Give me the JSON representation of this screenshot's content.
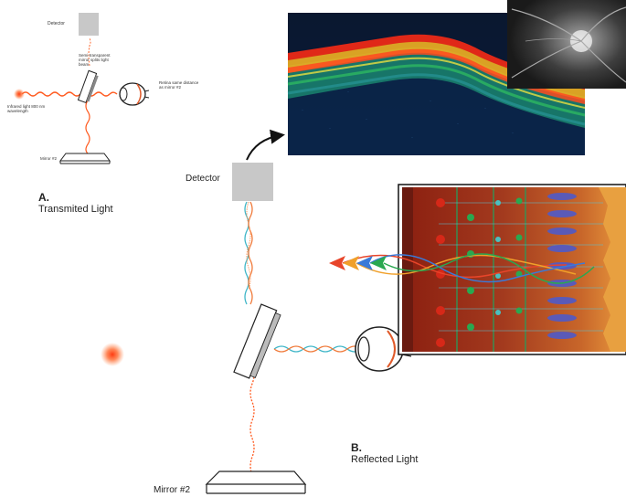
{
  "panel_a": {
    "detector_label": "Detector",
    "mirror_label": "Semi-transparent mirror splits light beam",
    "retina_label": "Retina same distance as mirror #2",
    "infrared_label": "Infrared light 800 nm wavelength",
    "mirror2_label": "Mirror #2",
    "caption_letter": "A.",
    "caption_text": "Transmited Light"
  },
  "panel_b": {
    "detector_label": "Detector",
    "mirror2_label": "Mirror #2",
    "caption_letter": "B.",
    "caption_text": "Reflected Light"
  },
  "colors": {
    "infrared": "#ff5a1f",
    "detector": "#c8c8c8",
    "beam_teal": "#3fb6c8",
    "beam_orange": "#f07a3a",
    "retina_bg": "#8a2a1a"
  }
}
